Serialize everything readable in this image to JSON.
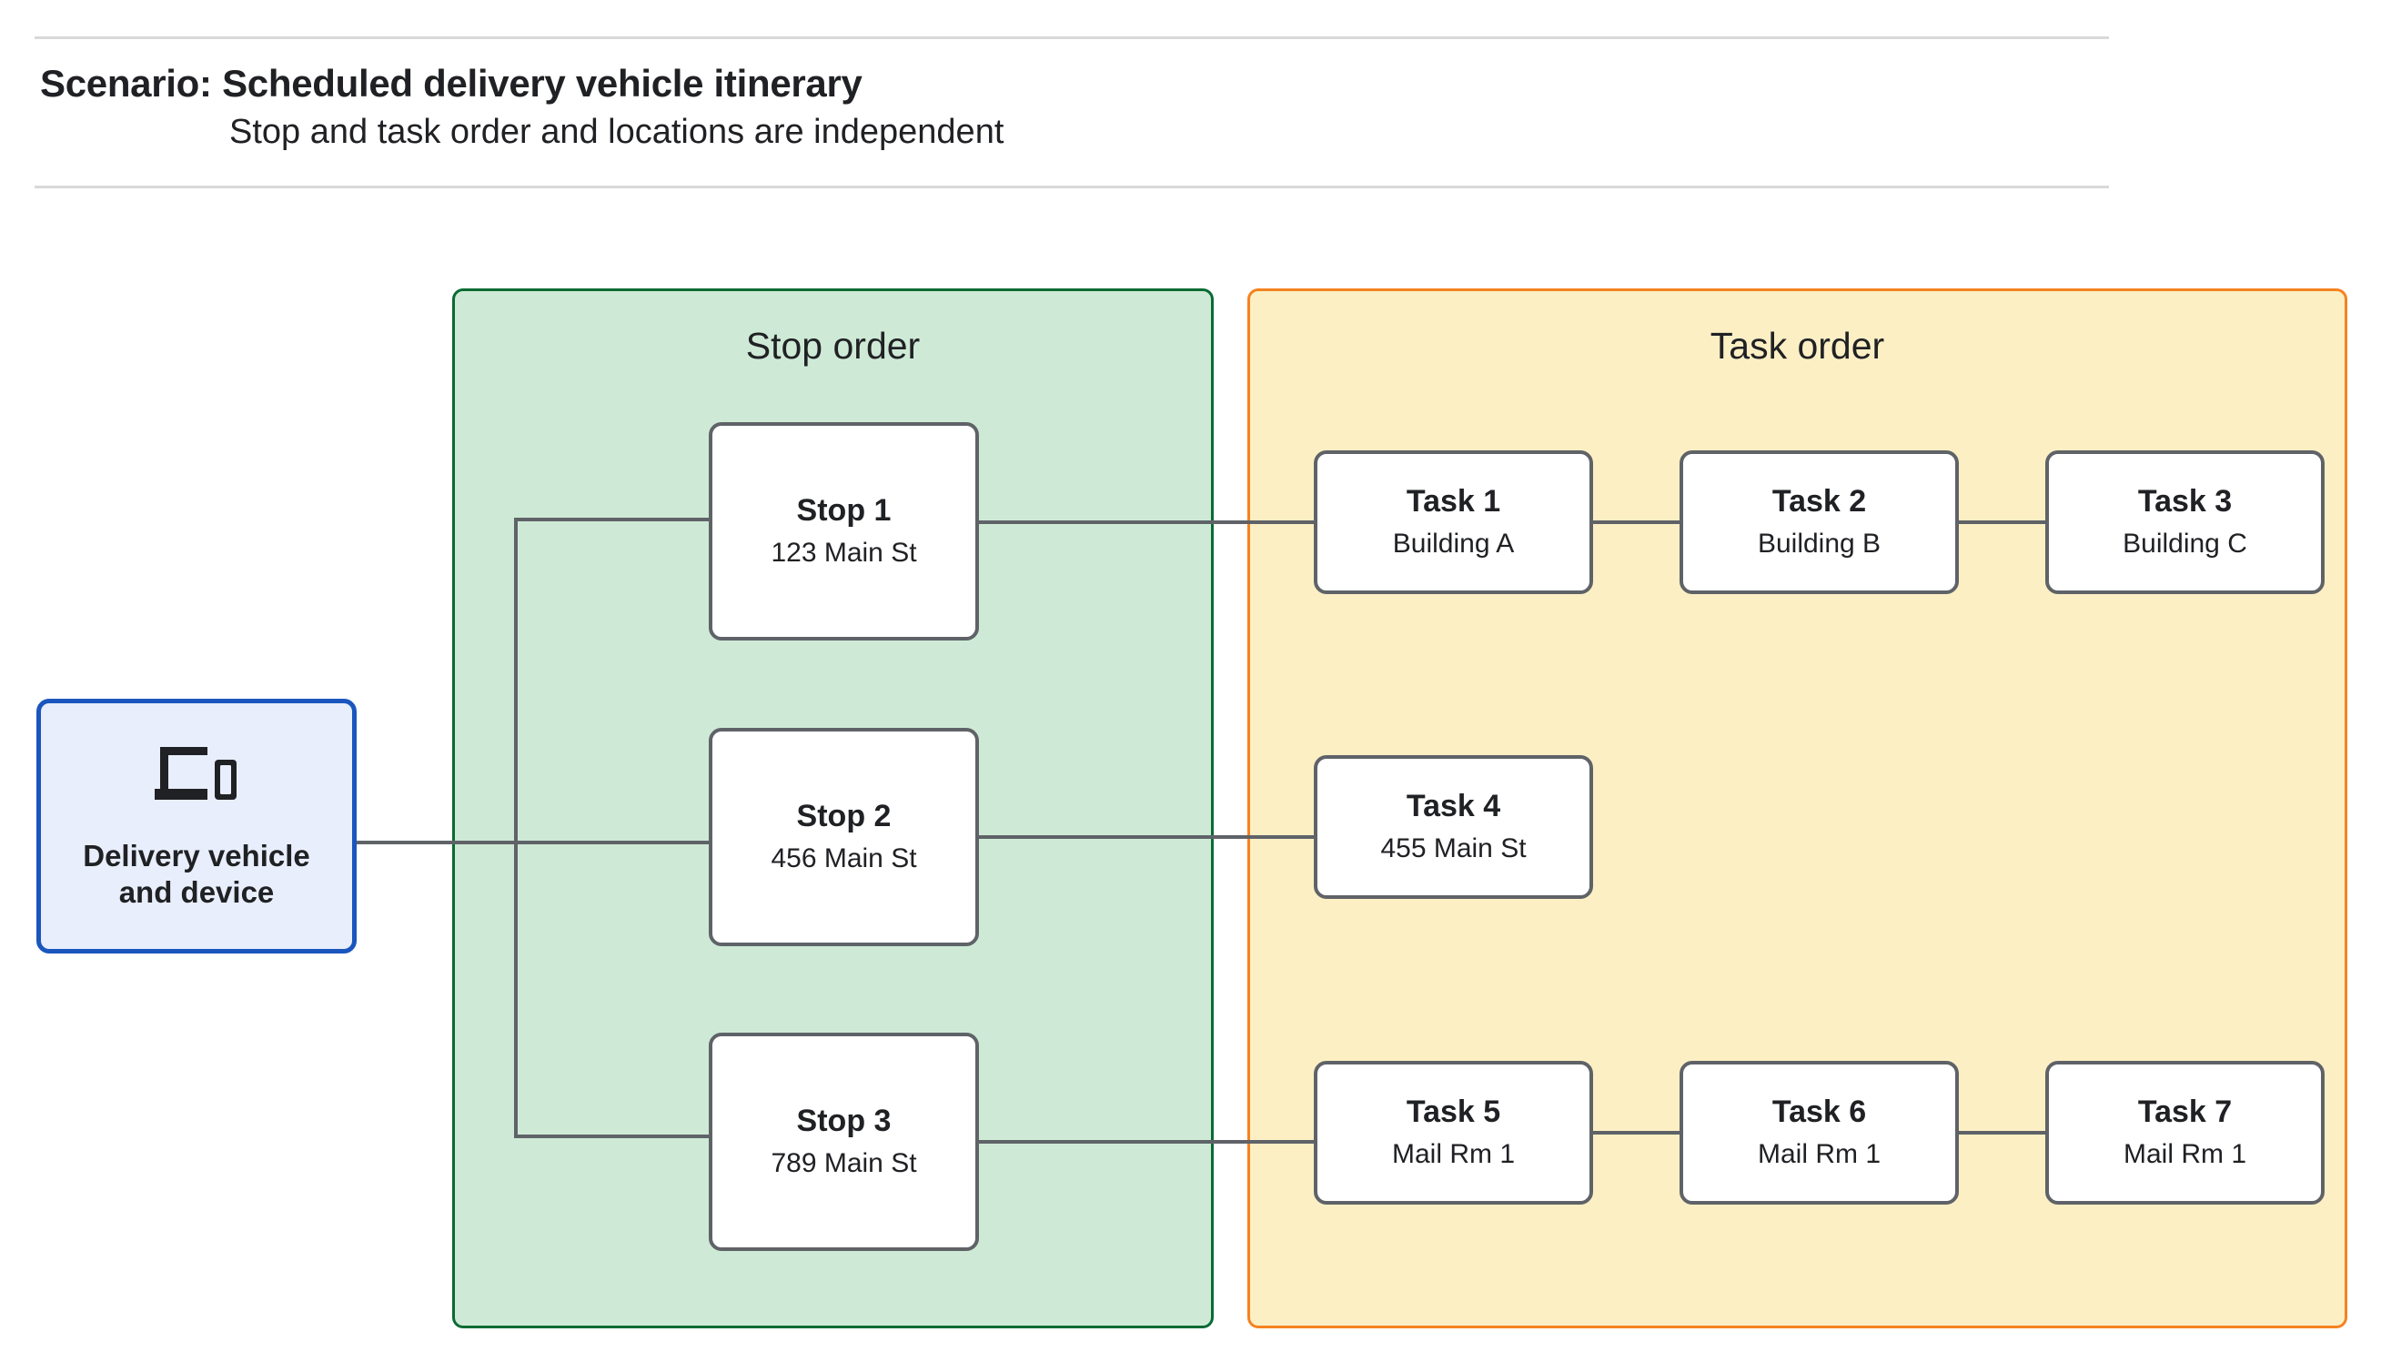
{
  "header": {
    "title": "Scenario: Scheduled delivery vehicle itinerary",
    "subtitle": "Stop and task order and locations are independent"
  },
  "vehicle": {
    "label": "Delivery vehicle\nand device",
    "icon": "devices-icon",
    "fill_color": "#e8eefc",
    "border_color": "#1a56bd"
  },
  "stop_panel": {
    "title": "Stop order",
    "fill_color": "#ceead6",
    "border_color": "#0a6b33",
    "stops": [
      {
        "title": "Stop 1",
        "address": "123 Main St"
      },
      {
        "title": "Stop 2",
        "address": "456 Main St"
      },
      {
        "title": "Stop 3",
        "address": "789 Main St"
      }
    ]
  },
  "task_panel": {
    "title": "Task order",
    "fill_color": "#fcefc4",
    "border_color": "#f58220",
    "rows": [
      {
        "tasks": [
          {
            "title": "Task 1",
            "location": "Building A"
          },
          {
            "title": "Task 2",
            "location": "Building B"
          },
          {
            "title": "Task 3",
            "location": "Building C"
          }
        ]
      },
      {
        "tasks": [
          {
            "title": "Task 4",
            "location": "455 Main St"
          }
        ]
      },
      {
        "tasks": [
          {
            "title": "Task 5",
            "location": "Mail Rm 1"
          },
          {
            "title": "Task 6",
            "location": "Mail Rm 1"
          },
          {
            "title": "Task 7",
            "location": "Mail Rm 1"
          }
        ]
      }
    ]
  },
  "connector_color": "#5f6368",
  "divider_color": "#d9d9d9"
}
